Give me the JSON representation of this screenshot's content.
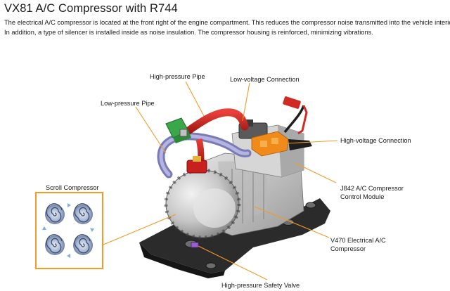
{
  "header": {
    "title": "VX81 A/C Compressor with R744",
    "description_lines": [
      "The electrical A/C compressor is located at the front right of the engine compartment.  This reduces the compressor noise transmitted into the vehicle interior.",
      "In addition, a type of silencer is installed inside as noise insulation.  The compressor housing is reinforced, minimizing vibrations."
    ]
  },
  "callouts": {
    "high_pressure_pipe": "High-pressure Pipe",
    "low_voltage_connection": "Low-voltage Connection",
    "low_pressure_pipe": "Low-pressure Pipe",
    "high_voltage_connection": "High-voltage Connection",
    "scroll_compressor": "Scroll Compressor",
    "j842_line1": "J842 A/C Compressor",
    "j842_line2": "Control Module",
    "v470_line1": "V470 Electrical A/C",
    "v470_line2": "Compressor",
    "safety_valve": "High-pressure Safety Valve"
  },
  "colors": {
    "callout_line": "#f29a27",
    "box_border": "#f29a27",
    "high_pressure_pipe": "#c8201e",
    "low_pressure_pipe": "#8f8fc8",
    "valve_connector": "#3aa84a",
    "hv_connector": "#f08a1a",
    "housing": "#c9c9c9",
    "base_plate": "#2b2b2b"
  }
}
